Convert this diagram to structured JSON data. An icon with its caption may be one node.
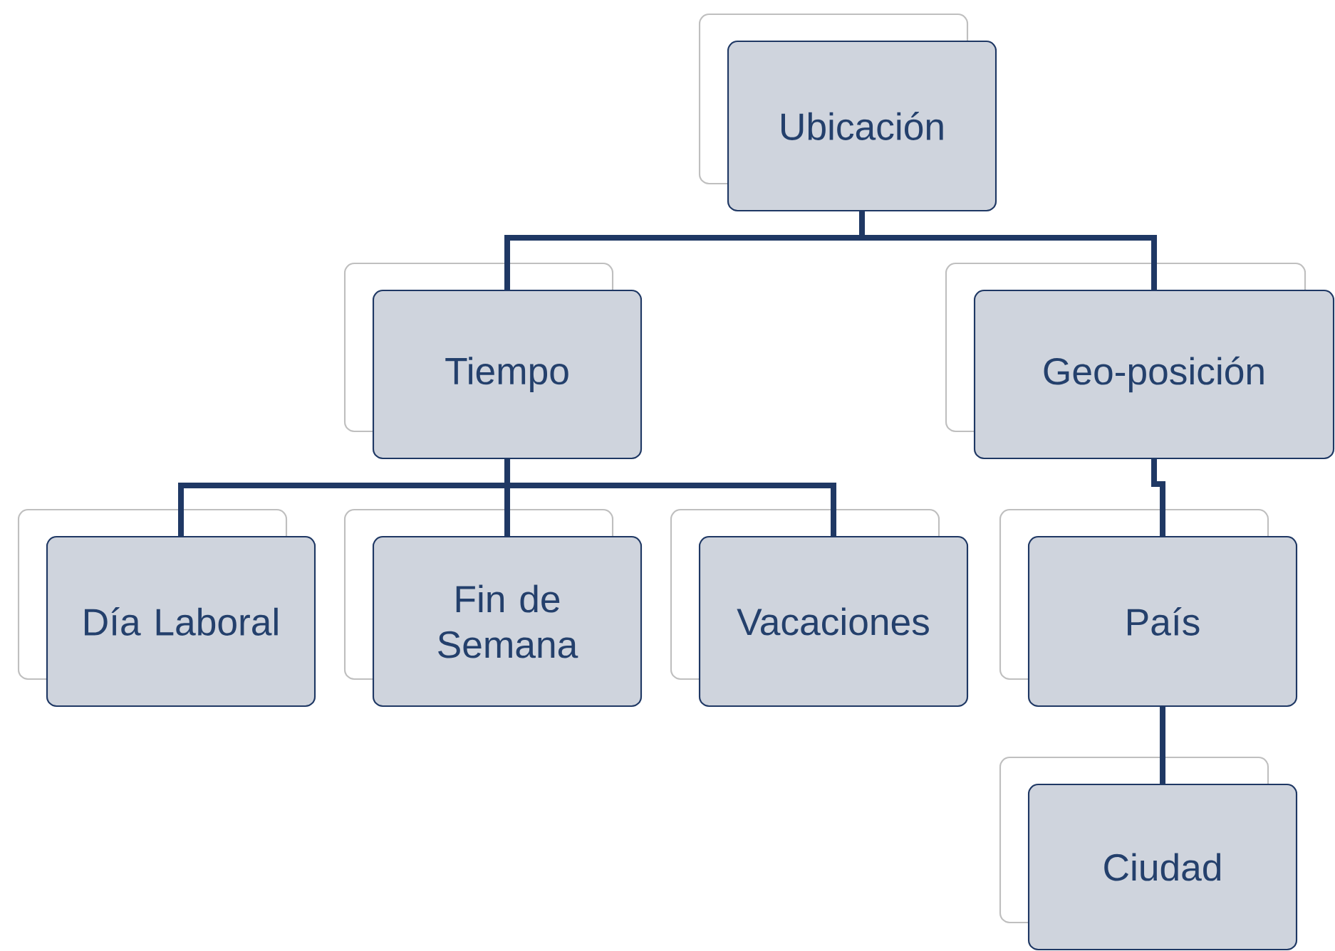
{
  "diagram": {
    "nodes": [
      {
        "text": [
          "Ubicación"
        ]
      },
      {
        "text": [
          "Tiempo"
        ]
      },
      {
        "text": [
          "Geo-posición"
        ]
      },
      {
        "text": [
          "Día Laboral"
        ]
      },
      {
        "text": [
          "Fin de Semana"
        ]
      },
      {
        "text": [
          "Vacaciones"
        ]
      },
      {
        "text": [
          "País"
        ]
      },
      {
        "text": [
          "Ciudad"
        ]
      }
    ],
    "edges": [
      {
        "from": 0,
        "to": 1,
        "arrow": "none"
      },
      {
        "from": 0,
        "to": 2,
        "arrow": "none"
      },
      {
        "from": 1,
        "to": 3,
        "arrow": "none"
      },
      {
        "from": 1,
        "to": 4,
        "arrow": "none"
      },
      {
        "from": 1,
        "to": 5,
        "arrow": "none"
      },
      {
        "from": 2,
        "to": 6,
        "arrow": "none"
      },
      {
        "from": 6,
        "to": 7,
        "arrow": "none"
      }
    ]
  }
}
